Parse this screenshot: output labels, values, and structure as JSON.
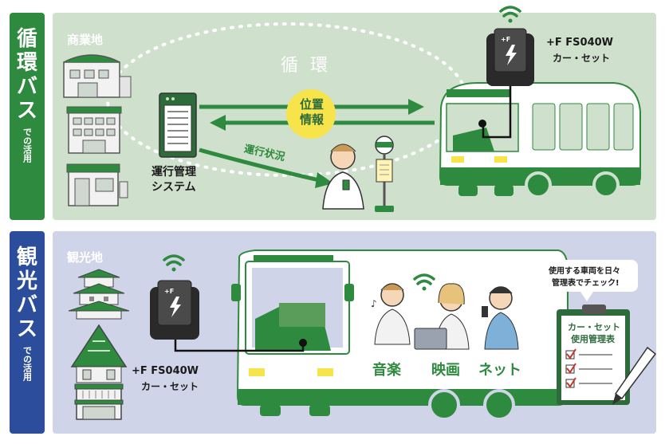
{
  "top": {
    "side_title": "循環バス",
    "side_sub": "での活用",
    "area_label": "商業地",
    "loop_label": "循 環",
    "position_info": "位置情報",
    "system_label_1": "運行管理",
    "system_label_2": "システム",
    "status_label": "運行状況",
    "device_1": "+F FS040W",
    "device_2": "カー・セット"
  },
  "bottom": {
    "side_title": "観光バス",
    "side_sub": "での活用",
    "area_label": "観光地",
    "device_1": "+F FS040W",
    "device_2": "カー・セット",
    "music": "音楽",
    "movie": "映画",
    "net": "ネット",
    "callout_1": "使用する車両を日々",
    "callout_2": "管理表でチェック!",
    "clipboard_1": "カー・セット",
    "clipboard_2": "使用管理表"
  },
  "colors": {
    "tab_green": "#2e8a3e",
    "tab_blue": "#2b4d9c",
    "panel_green": "#cfe0cc",
    "panel_blue": "#cfd4e8",
    "accent_yellow": "#f7e44b"
  }
}
